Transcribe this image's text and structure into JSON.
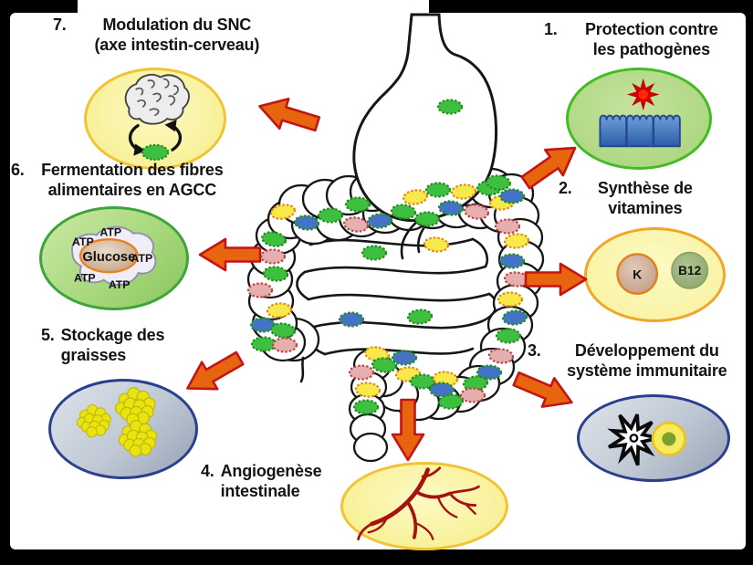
{
  "functions": [
    {
      "id": "protection-pathogenes",
      "number": "1.",
      "line1": "Protection contre",
      "line2": "les pathogènes"
    },
    {
      "id": "synthese-vitamines",
      "number": "2.",
      "line1": "Synthèse de",
      "line2": "vitamines"
    },
    {
      "id": "developpement-immunitaire",
      "number": "3.",
      "line1": "Développement du",
      "line2": "système immunitaire"
    },
    {
      "id": "angiogenese-intestinale",
      "number": "4.",
      "line1": "Angiogenèse",
      "line2": "intestinale"
    },
    {
      "id": "stockage-graisses",
      "number": "5.",
      "line1": "Stockage des",
      "line2": "graisses"
    },
    {
      "id": "fermentation-fibres",
      "number": "6.",
      "line1": "Fermentation des fibres",
      "line2": "alimentaires en AGCC"
    },
    {
      "id": "modulation-snc",
      "number": "7.",
      "line1": "Modulation du SNC",
      "line2": "(axe intestin-cerveau)"
    }
  ],
  "oval_labels": {
    "glucose": "Glucose",
    "atp": "ATP",
    "vitamin_k": "K",
    "vitamin_b12": "B12"
  },
  "icons": [
    "digestive-tract-icon",
    "microbe-icon",
    "brain-icon",
    "cycle-arrows-icon",
    "glucose-cell-icon",
    "fat-droplets-icon",
    "blood-vessels-icon",
    "epithelium-icon",
    "pathogen-star-icon",
    "vitamin-k-icon",
    "vitamin-b12-icon",
    "dendritic-cell-icon",
    "lymphocyte-icon",
    "arrow-icon"
  ],
  "colors": {
    "arrow_fill": "#E8650F",
    "arrow_stroke": "#C41414",
    "oval_yellow_stroke": "#F0C434",
    "oval2_stroke": "#F0A62A",
    "oval_green_stroke": "#3BA53B",
    "oval_green2_stroke": "#44BB22",
    "oval_gray_stroke": "#2B3F8E",
    "vessel": "#A81111",
    "pathogen_red": "#D80000",
    "epithelium_blue": "#3A6BB0",
    "microbe_green": "#3FBF3F",
    "microbe_green_stroke": "#1E8E1E",
    "microbe_blue": "#4472C4",
    "microbe_blue_stroke": "#1E8E1E",
    "microbe_yellow": "#F7E94A",
    "microbe_yellow_stroke": "#E08914",
    "microbe_pink": "#E6AFAF",
    "microbe_pink_stroke": "#BB4444"
  },
  "center_illustration": {
    "microbes": [
      [
        493,
        117,
        0,
        "green"
      ],
      [
        310,
        232,
        -10,
        "yellow"
      ],
      [
        336,
        244,
        5,
        "blue"
      ],
      [
        362,
        236,
        0,
        "green"
      ],
      [
        390,
        246,
        8,
        "pink"
      ],
      [
        416,
        242,
        -5,
        "blue"
      ],
      [
        392,
        224,
        0,
        "green"
      ],
      [
        442,
        232,
        5,
        "green"
      ],
      [
        455,
        216,
        -8,
        "yellow"
      ],
      [
        468,
        240,
        0,
        "green"
      ],
      [
        494,
        228,
        5,
        "blue"
      ],
      [
        480,
        208,
        0,
        "green"
      ],
      [
        508,
        210,
        -5,
        "yellow"
      ],
      [
        522,
        232,
        8,
        "pink"
      ],
      [
        536,
        206,
        0,
        "green"
      ],
      [
        550,
        222,
        -5,
        "yellow"
      ],
      [
        300,
        262,
        10,
        "green"
      ],
      [
        299,
        281,
        0,
        "pink"
      ],
      [
        302,
        300,
        5,
        "green"
      ],
      [
        285,
        318,
        0,
        "pink"
      ],
      [
        306,
        340,
        -5,
        "yellow"
      ],
      [
        288,
        356,
        0,
        "blue"
      ],
      [
        310,
        362,
        5,
        "green"
      ],
      [
        289,
        377,
        0,
        "green"
      ],
      [
        312,
        378,
        0,
        "pink"
      ],
      [
        561,
        215,
        0,
        "blue"
      ],
      [
        546,
        200,
        5,
        "green"
      ],
      [
        556,
        248,
        0,
        "pink"
      ],
      [
        566,
        264,
        -5,
        "yellow"
      ],
      [
        561,
        286,
        0,
        "blue"
      ],
      [
        566,
        306,
        5,
        "pink"
      ],
      [
        559,
        328,
        0,
        "yellow"
      ],
      [
        564,
        348,
        -5,
        "blue"
      ],
      [
        557,
        368,
        0,
        "green"
      ],
      [
        549,
        390,
        5,
        "pink"
      ],
      [
        536,
        408,
        0,
        "blue"
      ],
      [
        521,
        420,
        -5,
        "green"
      ],
      [
        413,
        388,
        10,
        "yellow"
      ],
      [
        443,
        392,
        0,
        "blue"
      ],
      [
        421,
        400,
        5,
        "green"
      ],
      [
        396,
        408,
        0,
        "pink"
      ],
      [
        447,
        410,
        -5,
        "yellow"
      ],
      [
        463,
        418,
        0,
        "green"
      ],
      [
        488,
        415,
        5,
        "yellow"
      ],
      [
        484,
        427,
        0,
        "blue"
      ],
      [
        494,
        440,
        -5,
        "green"
      ],
      [
        518,
        433,
        0,
        "pink"
      ],
      [
        403,
        427,
        5,
        "yellow"
      ],
      [
        401,
        446,
        0,
        "green"
      ],
      [
        410,
        277,
        0,
        "green"
      ],
      [
        478,
        268,
        5,
        "yellow"
      ],
      [
        385,
        350,
        0,
        "blue"
      ],
      [
        460,
        347,
        -5,
        "green"
      ]
    ]
  }
}
